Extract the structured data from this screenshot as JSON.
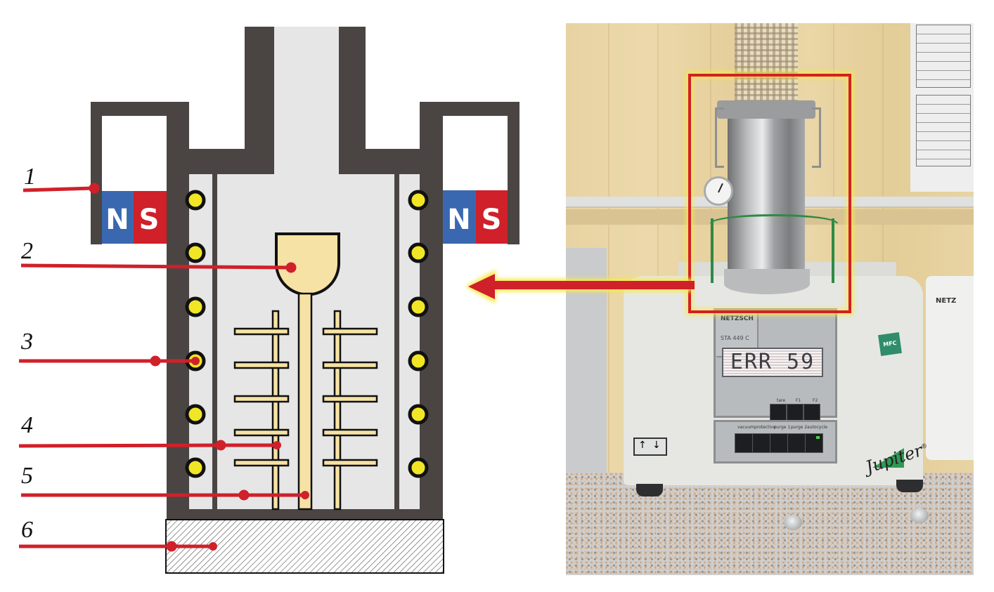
{
  "figure": {
    "description": "Schematic of thermal analysis cell with magnets and corresponding photo of NETZSCH STA 449 C Jupiter instrument",
    "callout_labels": [
      {
        "number": "1",
        "target": "magnet-housing"
      },
      {
        "number": "2",
        "target": "crucible"
      },
      {
        "number": "3",
        "target": "heating-element"
      },
      {
        "number": "4",
        "target": "radiation-shields"
      },
      {
        "number": "5",
        "target": "sample-holder-rod"
      },
      {
        "number": "6",
        "target": "base"
      }
    ],
    "magnets": [
      {
        "north": "N",
        "south": "S",
        "side": "left"
      },
      {
        "north": "N",
        "south": "S",
        "side": "right"
      }
    ],
    "colors": {
      "wall": "#4a4543",
      "chamber": "#e6e6e6",
      "magnet_north": "#3a68b0",
      "magnet_south": "#d0202a",
      "heater_dot": "#f1e626",
      "sample": "#f6e2a4",
      "callout_line": "#d0202a",
      "highlight_box": "#d41f26",
      "highlight_glow": "#f5eb46"
    }
  },
  "photo": {
    "instrument_brand": "NETZSCH",
    "instrument_model": "STA 449 C",
    "display_text": "ERR 59",
    "product_name": "Jupiter",
    "registered_mark": "®",
    "badge": "MFC",
    "function_keys": [
      "tare",
      "F1",
      "F2"
    ],
    "gas_keys": [
      "vacuum",
      "protective",
      "purge 1",
      "purge 2",
      "autocycle"
    ],
    "side_unit_brand": "NETZ"
  }
}
